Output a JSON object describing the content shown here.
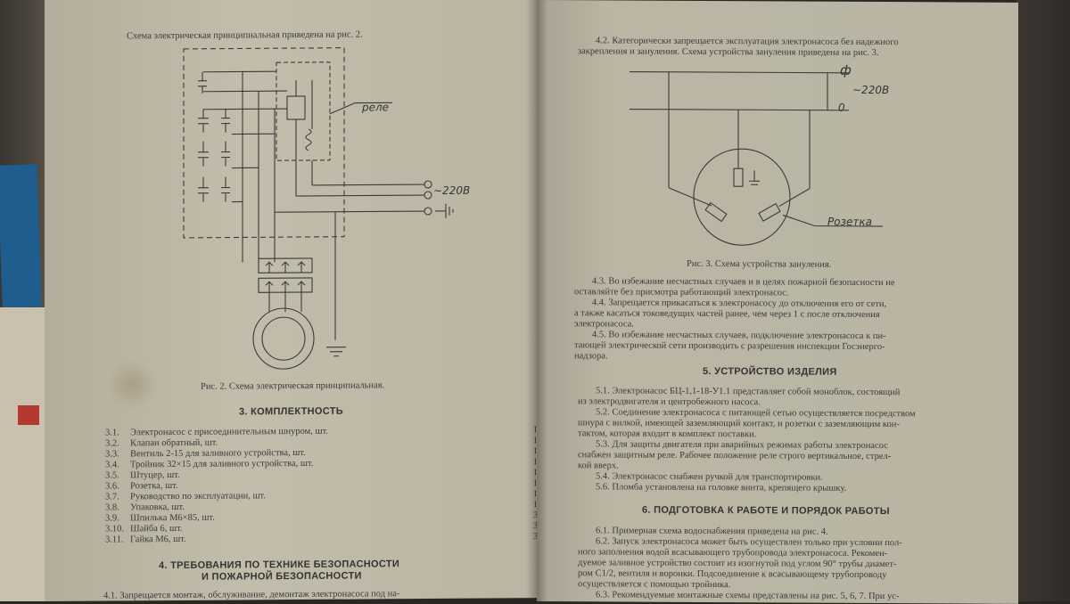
{
  "left_page": {
    "intro": "Схема электрическая принципиальная приведена на рис. 2.",
    "fig2_labels": {
      "relay": "реле",
      "voltage": "~220В"
    },
    "fig2_caption": "Рис. 2. Схема электрическая принципиальная.",
    "section3_title": "3. КОМПЛЕКТНОСТЬ",
    "kit_items": [
      {
        "num": "3.1.",
        "name": "Электронасос с присоединительным шнуром, шт.",
        "qty": "1"
      },
      {
        "num": "3.2.",
        "name": "Клапан обратный, шт.",
        "qty": "1"
      },
      {
        "num": "3.3.",
        "name": "Вентиль 2-15 для заливного устройства, шт.",
        "qty": "1"
      },
      {
        "num": "3.4.",
        "name": "Тройник 32×15 для заливного устройства, шт.",
        "qty": "1"
      },
      {
        "num": "3.5.",
        "name": "Штуцер, шт.",
        "qty": "1"
      },
      {
        "num": "3.6.",
        "name": "Розетка, шт.",
        "qty": "1"
      },
      {
        "num": "3.7.",
        "name": "Руководство по эксплуатации, шт.",
        "qty": "1"
      },
      {
        "num": "3.8.",
        "name": "Упаковка, шт.",
        "qty": "1"
      },
      {
        "num": "3.9.",
        "name": "Шпилька М6×85, шт.",
        "qty": "3"
      },
      {
        "num": "3.10.",
        "name": "Шайба 6, шт.",
        "qty": "3"
      },
      {
        "num": "3.11.",
        "name": "Гайка М6, шт.",
        "qty": "3"
      }
    ],
    "section4_title_1": "4. ТРЕБОВАНИЯ ПО ТЕХНИКЕ БЕЗОПАСНОСТИ",
    "section4_title_2": "И ПОЖАРНОЙ БЕЗОПАСНОСТИ",
    "section4_first_line": "4.1. Запрещается монтаж, обслуживание, демонтаж электронасоса под на-"
  },
  "right_page": {
    "p42_line1": "4.2. Категорически запрещается эксплуатация электронасоса без надежного",
    "p42_line2": "закрепления и зануления. Схема устройства зануления приведена на рис. 3.",
    "fig3_labels": {
      "phase": "ф",
      "voltage": "~220В",
      "zero": "0",
      "socket": "Розетка"
    },
    "fig3_caption": "Рис. 3. Схема устройства зануления.",
    "p43": [
      "4.3. Во избежание несчастных случаев и в целях пожарной безопасности не",
      "оставляйте без присмотра работающий электронасос."
    ],
    "p44": [
      "4.4. Запрещается прикасаться к электронасосу до отключения его от сети,",
      "а также касаться токоведущих частей ранее, чем через 1 с после отключения",
      "электронасоса."
    ],
    "p45": [
      "4.5. Во избежание несчастных случаев, подключение электронасоса к пи-",
      "тающей электрической сети производить с разрешения инспекции Госэнерго-",
      "надзора."
    ],
    "section5_title": "5. УСТРОЙСТВО ИЗДЕЛИЯ",
    "p51": [
      "5.1. Электронасос БЦ-1,1-18-У1.1 представляет собой моноблок, состоящий",
      "из электродвигателя и центробежного насоса."
    ],
    "p52": [
      "5.2. Соединение электронасоса с питающей сетью осуществляется посредством",
      "шнура с вилкой, имеющей заземляющий контакт, и розетки с заземляющим кон-",
      "тактом, которая входит в комплект поставки."
    ],
    "p53": [
      "5.3. Для защиты двигателя при аварийных режимах работы электронасос",
      "снабжен защитным реле. Рабочее положение реле строго вертикальное, стрел-",
      "кой вверх."
    ],
    "p54": "5.4. Электронасос снабжен ручкой для транспортировки.",
    "p55": "5.6. Пломба установлена на головке винта, крепящего крышку.",
    "section6_title": "6. ПОДГОТОВКА К РАБОТЕ И ПОРЯДОК РАБОТЫ",
    "p61": "6.1. Примерная схема водоснабжения приведена на рис. 4.",
    "p62": [
      "6.2. Запуск электронасоса может быть осуществлен только при условии пол-",
      "ного заполнения водой всасывающего трубопровода электронасоса. Рекомен-",
      "дуемое заливное устройство состоит из изогнутой под углом 90° трубы диамет-",
      "ром С1/2, вентиля и воронки. Подсоединение к всасывающему трубопроводу",
      "осуществляется с помощью тройника."
    ],
    "p63": "6.3. Рекомендуемые монтажные схемы представлены на рис. 5, 6, 7. При ус-"
  }
}
